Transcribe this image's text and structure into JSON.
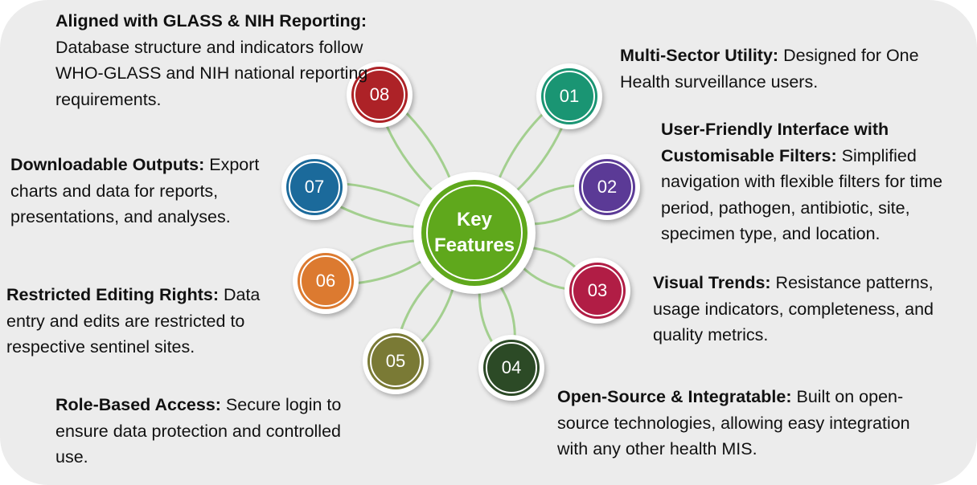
{
  "hub": {
    "line1": "Key",
    "line2": "Features",
    "color": "#5fa81c"
  },
  "connector_color": "#a3cf8f",
  "features": [
    {
      "id": "01",
      "color": "#1a9573",
      "title": "Multi-Sector Utility:",
      "text": " Designed for One Health surveillance users."
    },
    {
      "id": "02",
      "color": "#5b3a96",
      "title": "User-Friendly Interface with Customisable Filters:",
      "text": " Simplified navigation with flexible filters for time period, pathogen, antibiotic, site, specimen type, and location."
    },
    {
      "id": "03",
      "color": "#b11d45",
      "title": "Visual Trends:",
      "text": " Resistance patterns, usage indicators, completeness, and quality metrics."
    },
    {
      "id": "04",
      "color": "#2c4a26",
      "title": "Open-Source & Integratable:",
      "text": " Built on open-source technologies, allowing easy integration with any other health MIS."
    },
    {
      "id": "05",
      "color": "#7a7a35",
      "title": "Role-Based Access:",
      "text": " Secure login to ensure data protection and controlled use."
    },
    {
      "id": "06",
      "color": "#dc7a30",
      "title": "Restricted Editing Rights:",
      "text": " Data entry and edits are restricted to respective sentinel sites."
    },
    {
      "id": "07",
      "color": "#1b6a9b",
      "title": "Downloadable Outputs:",
      "text": " Export charts and data for reports, presentations, and analyses."
    },
    {
      "id": "08",
      "color": "#ad2227",
      "title": "Aligned with GLASS & NIH Reporting:",
      "text": " Database structure and indicators follow WHO-GLASS and NIH national reporting requirements."
    }
  ]
}
